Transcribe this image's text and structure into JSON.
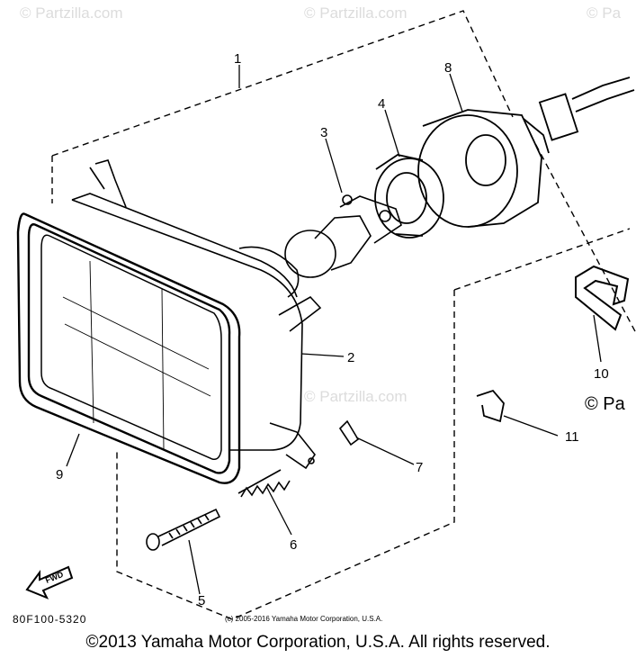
{
  "watermarks": [
    "© Partzilla.com",
    "© Partzilla.com",
    "© Pa",
    "© Partzilla.com"
  ],
  "watermark_edge": "© Pa",
  "parts": [
    {
      "number": "1",
      "name": "headlight-assembly-callout"
    },
    {
      "number": "2",
      "name": "headlight-unit-callout"
    },
    {
      "number": "3",
      "name": "bulb-callout"
    },
    {
      "number": "4",
      "name": "bulb-socket-callout"
    },
    {
      "number": "5",
      "name": "screw-callout"
    },
    {
      "number": "6",
      "name": "spring-callout"
    },
    {
      "number": "7",
      "name": "nut-callout"
    },
    {
      "number": "8",
      "name": "socket-cover-callout"
    },
    {
      "number": "9",
      "name": "rim-callout"
    },
    {
      "number": "10",
      "name": "clamp-callout"
    },
    {
      "number": "11",
      "name": "clip-callout"
    }
  ],
  "fwd_label": "FWD",
  "diagram_code": "80F100-5320",
  "small_copyright": "(c) 2005-2016 Yamaha Motor Corporation, U.S.A.",
  "copyright": "©2013 Yamaha Motor Corporation, U.S.A. All rights reserved."
}
